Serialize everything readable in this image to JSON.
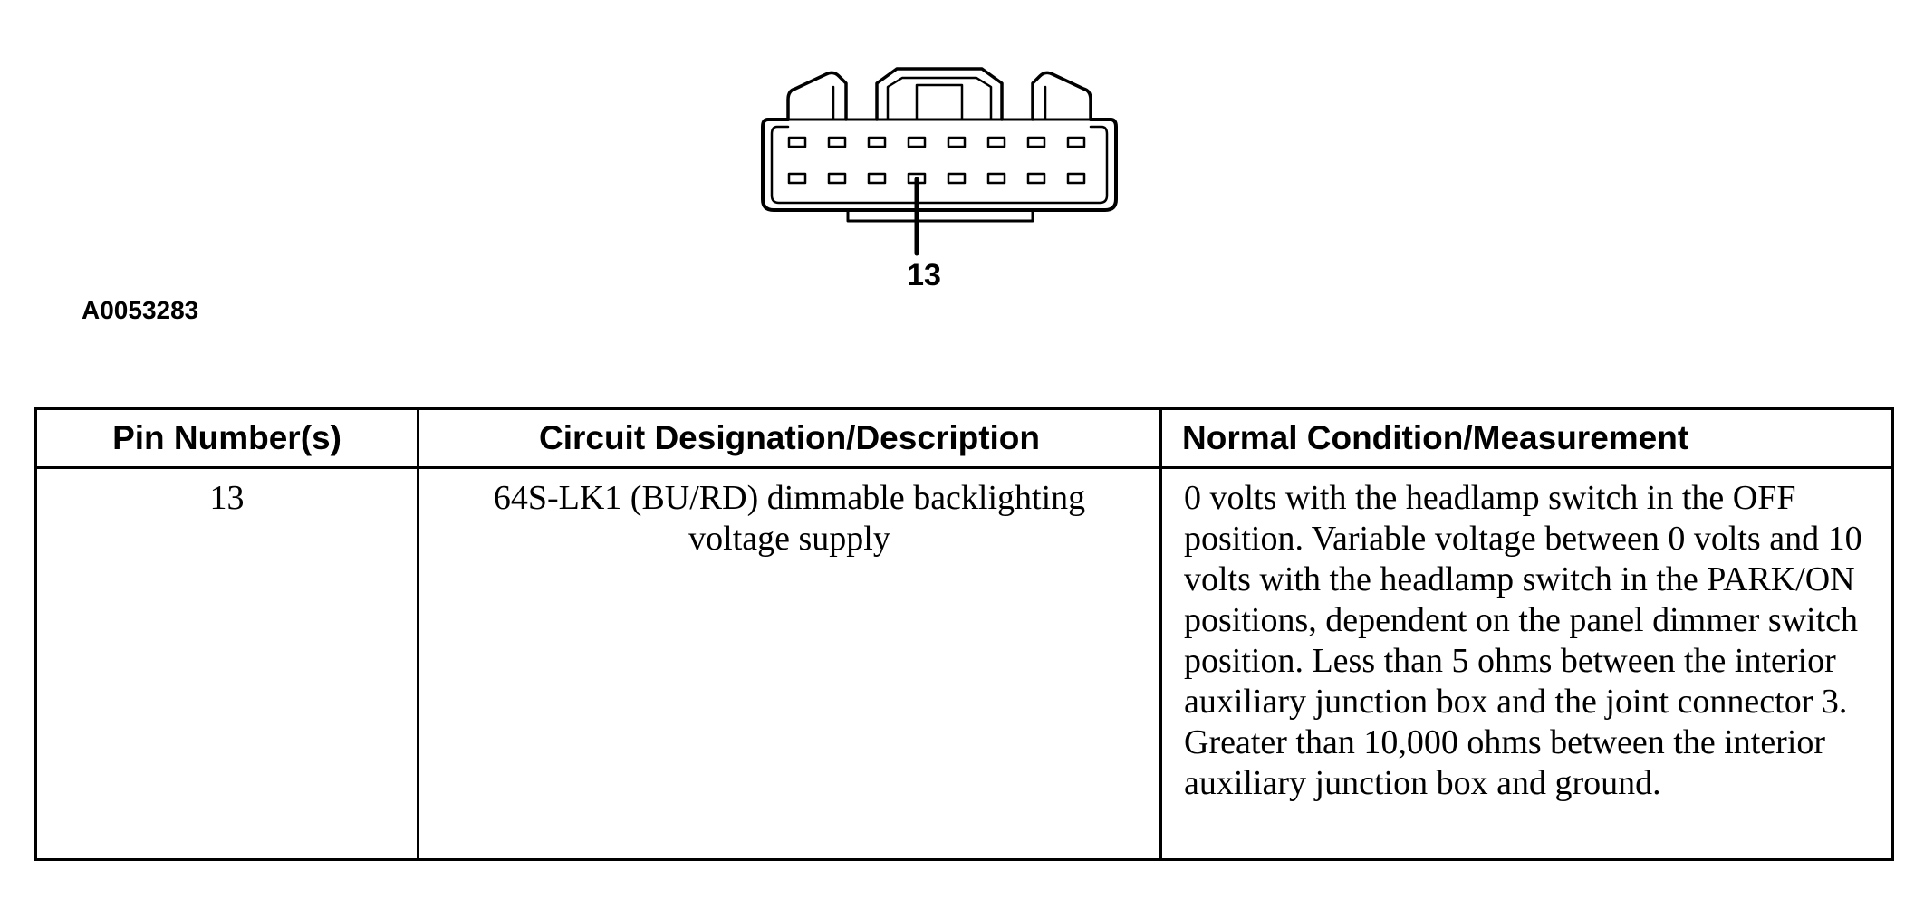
{
  "diagram": {
    "pin_callout": "13",
    "figure_id": "A0053283"
  },
  "table": {
    "headers": {
      "pin": "Pin Number(s)",
      "circuit": "Circuit Designation/Description",
      "condition": "Normal Condition/Measurement"
    },
    "rows": [
      {
        "pin": "13",
        "circuit": "64S-LK1 (BU/RD) dimmable backlighting voltage supply",
        "condition": "0 volts with the headlamp switch in the OFF position. Variable voltage between 0 volts and 10 volts with the headlamp switch in the PARK/ON positions, dependent on the panel dimmer switch position. Less than 5 ohms between the interior auxiliary junction box and the joint connector 3. Greater than 10,000 ohms between the interior auxiliary junction box and ground."
      }
    ]
  }
}
